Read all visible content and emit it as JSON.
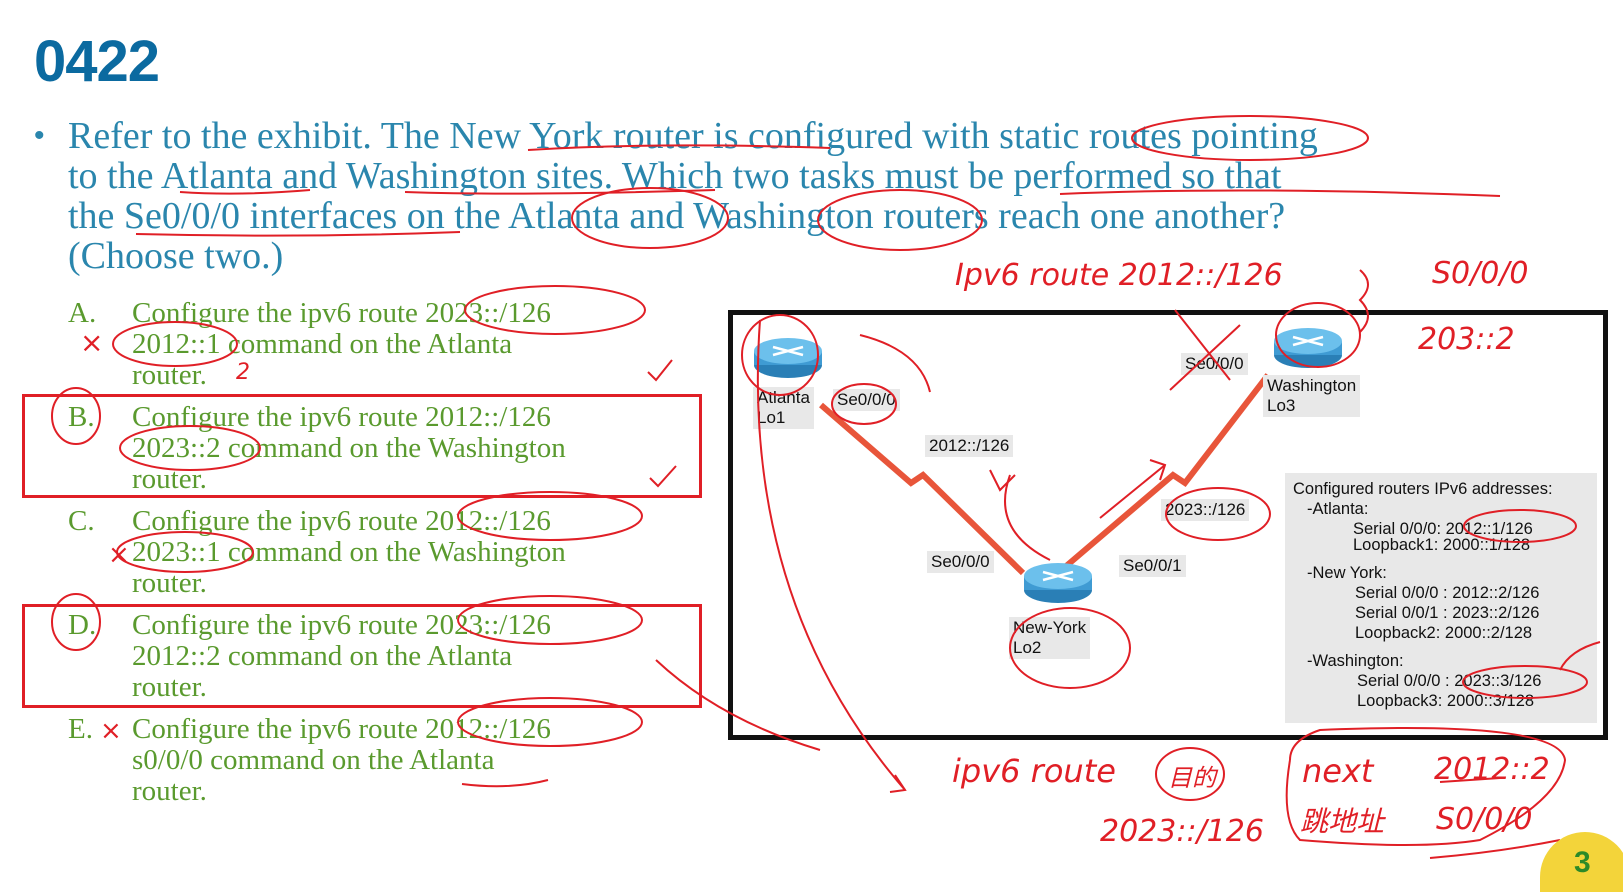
{
  "slide": {
    "title": "0422",
    "question_lines": [
      "Refer to the exhibit. The New York router is configured with static routes pointing",
      "to the Atlanta and Washington sites. Which two tasks must be performed so that",
      "the Se0/0/0 interfaces on the Atlanta and Washington routers reach one another?",
      "(Choose two.)"
    ],
    "bullet": "•",
    "page_number": "3"
  },
  "options": [
    {
      "letter": "A.",
      "text": "Configure the ipv6 route 2023::/126\n2012::1 command on the Atlanta\nrouter."
    },
    {
      "letter": "B.",
      "text": "Configure the ipv6 route 2012::/126\n2023::2 command on the Washington\nrouter."
    },
    {
      "letter": "C.",
      "text": "Configure the ipv6 route 2012::/126\n2023::1 command on the Washington\nrouter."
    },
    {
      "letter": "D.",
      "text": "Configure the ipv6 route 2023::/126\n2012::2 command on the Atlanta\nrouter."
    },
    {
      "letter": "E.",
      "text": "Configure the ipv6 route 2012::/126\ns0/0/0 command on the Atlanta\nrouter."
    }
  ],
  "exhibit": {
    "atlanta": {
      "name": "Atlanta",
      "lo": "Lo1",
      "iface": "Se0/0/0"
    },
    "washington": {
      "name": "Washington",
      "lo": "Lo3",
      "iface": "Se0/0/0"
    },
    "newyork": {
      "name": "New-York",
      "lo": "Lo2",
      "iface_left": "Se0/0/0",
      "iface_right": "Se0/0/1"
    },
    "link_left": "2012::/126",
    "link_right": "2023::/126",
    "panel": {
      "title": "Configured routers IPv6 addresses:",
      "atlanta_h": "-Atlanta:",
      "atlanta_s": "Serial 0/0/0: 2012::1/126",
      "atlanta_l": "Loopback1: 2000::1/128",
      "ny_h": "-New York:",
      "ny_s0": "Serial 0/0/0 : 2012::2/126",
      "ny_s1": "Serial 0/0/1 : 2023::2/126",
      "ny_l": "Loopback2: 2000::2/128",
      "wash_h": "-Washington:",
      "wash_s": "Serial 0/0/0 : 2023::3/126",
      "wash_l": "Loopback3: 2000::3/128"
    }
  },
  "handwriting": {
    "top_route": "Ipv6 route 2012::/126",
    "top_iface": "S0/0/0",
    "top_next": "203::2",
    "bottom_route": "ipv6 route",
    "bottom_prefix": "2023::/126",
    "bottom_next": "next",
    "bottom_next2": "跳地址",
    "bottom_addr": "2012::2",
    "bottom_iface": "S0/0/0",
    "dest_label": "目的",
    "mark_a": "×",
    "mark_c": "×",
    "mark_e": "×",
    "mark_a2": "2"
  },
  "colors": {
    "title": "#0b6aa0",
    "question": "#2a86ad",
    "options": "#5a9a2e",
    "ink": "#e01f26",
    "link": "#e8553a"
  }
}
